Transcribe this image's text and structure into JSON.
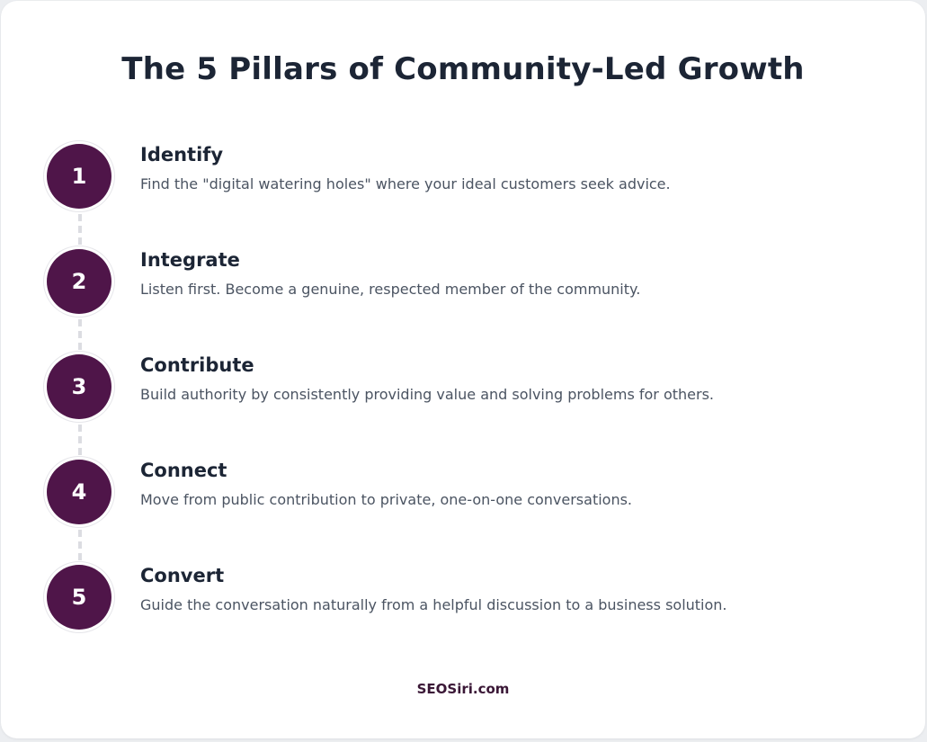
{
  "title": "The 5 Pillars of Community-Led Growth",
  "colors": {
    "accent": "#4f1549",
    "title_text": "#1c2535",
    "body_text": "#4b5462",
    "footer_text": "#3a1736",
    "connector": "#dcdde2",
    "background": "#ffffff"
  },
  "steps": [
    {
      "number": "1",
      "title": "Identify",
      "description": "Find the \"digital watering holes\" where your ideal customers seek advice."
    },
    {
      "number": "2",
      "title": "Integrate",
      "description": "Listen first. Become a genuine, respected member of the community."
    },
    {
      "number": "3",
      "title": "Contribute",
      "description": "Build authority by consistently providing value and solving problems for others."
    },
    {
      "number": "4",
      "title": "Connect",
      "description": "Move from public contribution to private, one-on-one conversations."
    },
    {
      "number": "5",
      "title": "Convert",
      "description": "Guide the conversation naturally from a helpful discussion to a business solution."
    }
  ],
  "footer": {
    "brand": "SEOSiri.com"
  }
}
